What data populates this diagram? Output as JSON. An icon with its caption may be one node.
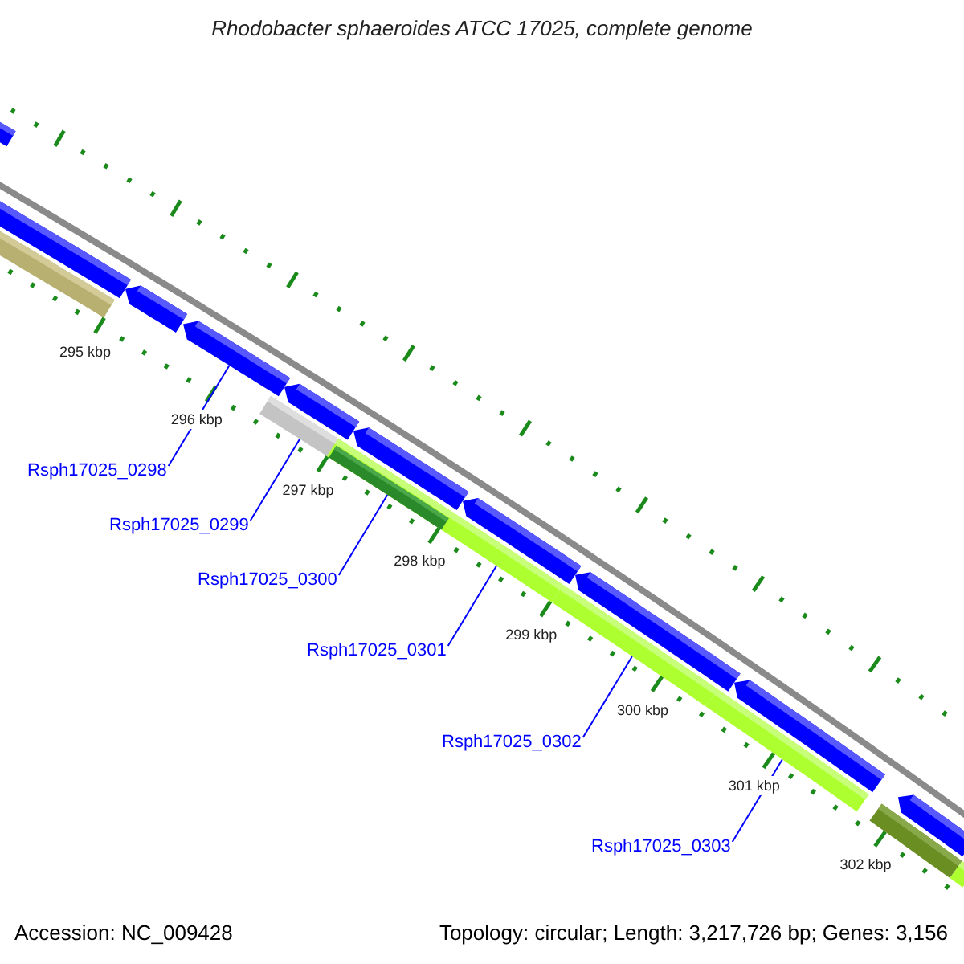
{
  "diagram": {
    "title": "Rhodobacter sphaeroides ATCC 17025, complete genome",
    "nodes": [
      {
        "text": [
          "Rsph17025_0298"
        ]
      },
      {
        "text": [
          "Rsph17025_0299"
        ]
      },
      {
        "text": [
          "Rsph17025_0300"
        ]
      },
      {
        "text": [
          "Rsph17025_0301"
        ]
      },
      {
        "text": [
          "Rsph17025_0302"
        ]
      },
      {
        "text": [
          "Rsph17025_0303"
        ]
      },
      {
        "text": [],
        "shape": "bar"
      },
      {
        "text": [],
        "shape": "bar"
      },
      {
        "text": [],
        "shape": "arrow"
      },
      {
        "text": [],
        "shape": "arrow"
      },
      {
        "text": [],
        "shape": "arrow"
      },
      {
        "text": [],
        "shape": "arrow"
      },
      {
        "text": [],
        "shape": "arrow"
      },
      {
        "text": [],
        "shape": "arrow"
      },
      {
        "text": [],
        "shape": "arrow"
      },
      {
        "text": [],
        "shape": "arrow"
      },
      {
        "text": [],
        "shape": "bar"
      },
      {
        "text": [],
        "shape": "bar"
      },
      {
        "text": [],
        "shape": "bar"
      },
      {
        "text": [],
        "shape": "bar",
        "in": 18
      },
      {
        "text": [],
        "shape": "bar"
      },
      {
        "text": [],
        "shape": "bar"
      },
      {
        "text": [],
        "shape": "bar"
      },
      {
        "text": [],
        "shape": "bar"
      }
    ],
    "edges": [
      {
        "from": 0,
        "to": 9,
        "arrow": "none"
      },
      {
        "from": 1,
        "to": 17,
        "arrow": "none"
      },
      {
        "from": 2,
        "to": 19,
        "arrow": "none"
      },
      {
        "from": 3,
        "to": 18,
        "arrow": "none"
      },
      {
        "from": 4,
        "to": 20,
        "arrow": "none"
      },
      {
        "from": 5,
        "to": 21,
        "arrow": "none"
      }
    ],
    "labels": [
      "295 kbp",
      "296 kbp",
      "297 kbp",
      "298 kbp",
      "299 kbp",
      "300 kbp",
      "301 kbp",
      "302 kbp",
      "Accession: NC_009428",
      "Topology: circular; Length: 3,217,726 bp; Genes: 3,156"
    ]
  }
}
